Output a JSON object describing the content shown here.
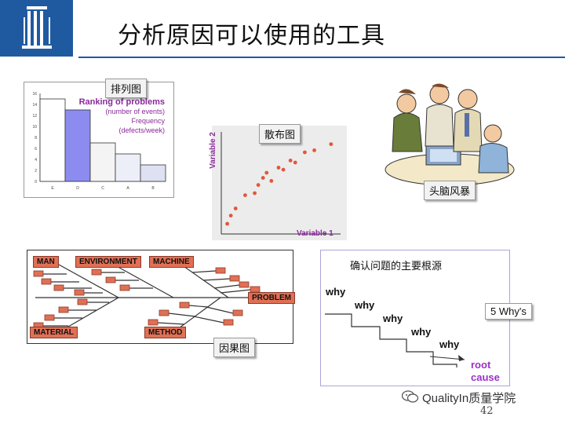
{
  "slide": {
    "title": "分析原因可以使用的工具",
    "page_number": "42",
    "watermark": "QualityIn质量学院"
  },
  "pareto": {
    "label": "排列图",
    "legend_title": "Ranking of problems",
    "legend_line1": "(number of events)",
    "legend_line2": "Frequency",
    "legend_line3": "(defects/week)",
    "chart_data": {
      "type": "bar",
      "categories": [
        "E",
        "D",
        "C",
        "A",
        "B"
      ],
      "values": [
        15,
        13,
        7,
        5,
        3
      ],
      "yticks": [
        0,
        2,
        4,
        6,
        8,
        10,
        12,
        14,
        16
      ],
      "ylim": [
        0,
        16
      ],
      "highlight_color": "#8b8bf0"
    }
  },
  "scatter": {
    "label": "散布图",
    "xlabel": "Variable 1",
    "ylabel": "Variable 2",
    "chart_data": {
      "type": "scatter",
      "x": [
        0.05,
        0.08,
        0.12,
        0.2,
        0.28,
        0.31,
        0.35,
        0.38,
        0.42,
        0.48,
        0.52,
        0.58,
        0.62,
        0.7,
        0.78,
        0.92
      ],
      "y": [
        0.1,
        0.18,
        0.25,
        0.38,
        0.4,
        0.48,
        0.55,
        0.6,
        0.52,
        0.65,
        0.63,
        0.72,
        0.7,
        0.8,
        0.82,
        0.88
      ],
      "xlim": [
        0,
        1
      ],
      "ylim": [
        0,
        1
      ],
      "color": "#e0573a"
    }
  },
  "brainstorm": {
    "label": "头脑风暴"
  },
  "fishbone": {
    "label": "因果图",
    "categories": [
      "MAN",
      "ENVIRONMENT",
      "MACHINE",
      "MATERIAL",
      "METHOD"
    ],
    "problem": "PROBLEM"
  },
  "five_whys": {
    "title": "确认问题的主要根源",
    "whys": [
      "why",
      "why",
      "why",
      "why",
      "why"
    ],
    "label": "5 Why's",
    "root_line1": "root",
    "root_line2": "cause"
  }
}
